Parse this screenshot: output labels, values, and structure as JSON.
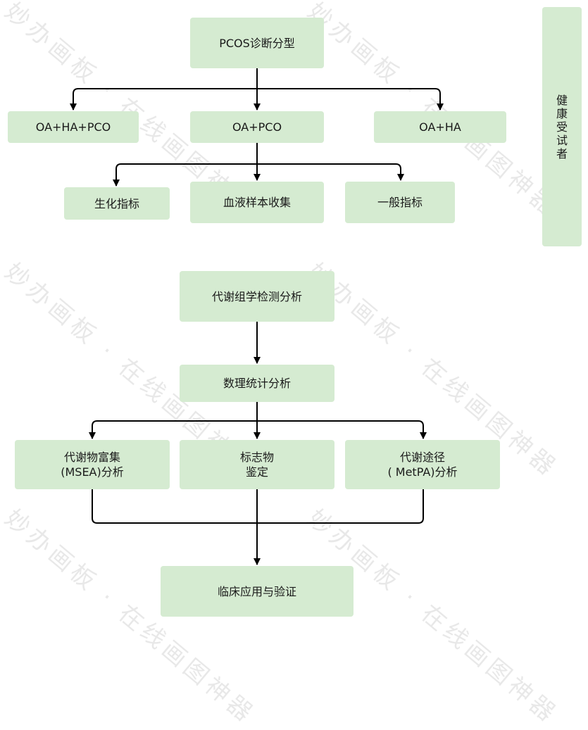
{
  "watermark": "妙办画板 · 在线画图神器",
  "colors": {
    "node_fill": "#d5ebd1",
    "edge": "#000000"
  },
  "nodes": {
    "pcos": "PCOS诊断分型",
    "oa_ha_pco": "OA+HA+PCO",
    "oa_pco": "OA+PCO",
    "oa_ha": "OA+HA",
    "biochem": "生化指标",
    "blood": "血液样本收集",
    "general": "一般指标",
    "healthy": "健康受试者",
    "metab": "代谢组学检测分析",
    "stats": "数理统计分析",
    "msea": "代谢物富集\n(MSEA)分析",
    "marker": "标志物\n鉴定",
    "metpa": "代谢途径\n( MetPA)分析",
    "clinical": "临床应用与验证"
  }
}
